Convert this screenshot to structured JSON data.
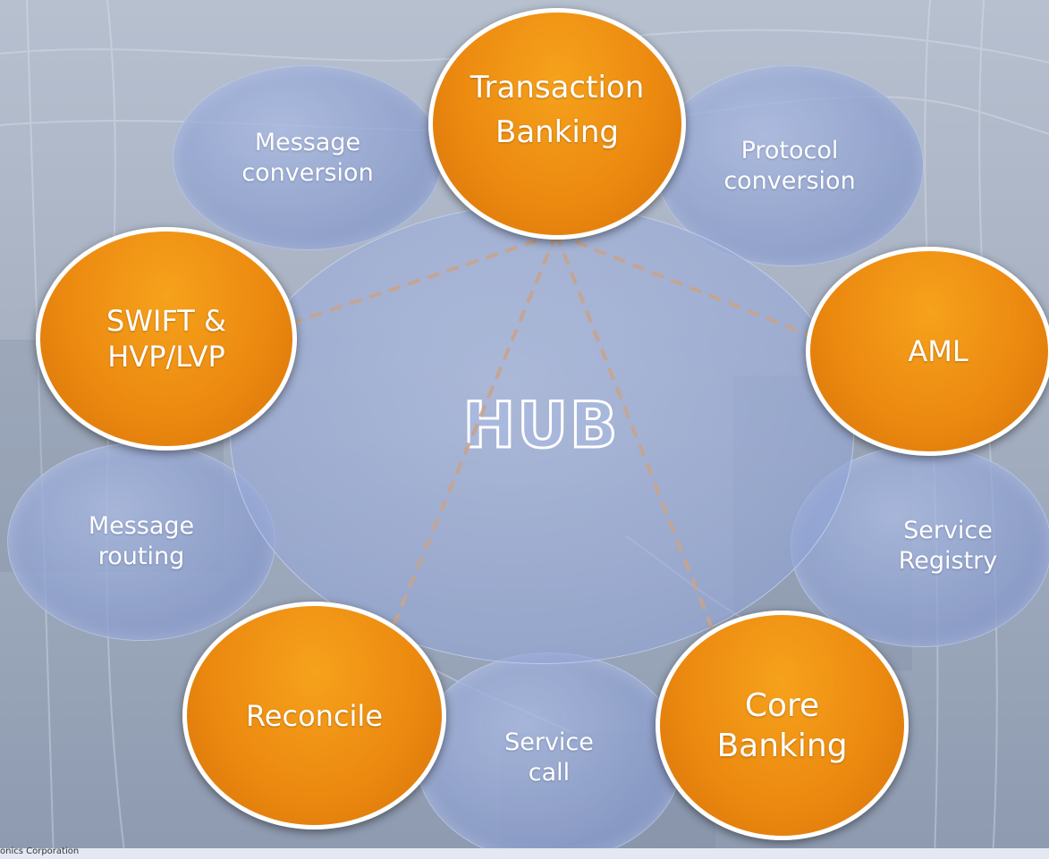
{
  "diagram": {
    "hub_label": "HUB",
    "nodes": {
      "message_conversion": "Message\nconversion",
      "transaction_banking": "Transaction\nBanking",
      "protocol_conversion": "Protocol\nconversion",
      "swift": "SWIFT &\nHVP/LVP",
      "aml": "AML",
      "message_routing": "Message\nrouting",
      "service_registry": "Service\nRegistry",
      "reconcile": "Reconcile",
      "service_call": "Service\ncall",
      "core_banking": "Core\nBanking"
    },
    "colors": {
      "highlight_node": "#ec8a10",
      "standard_node": "#8c9ecd",
      "connector": "#c8a48c"
    }
  },
  "footer": {
    "text": "onics Corporation"
  }
}
